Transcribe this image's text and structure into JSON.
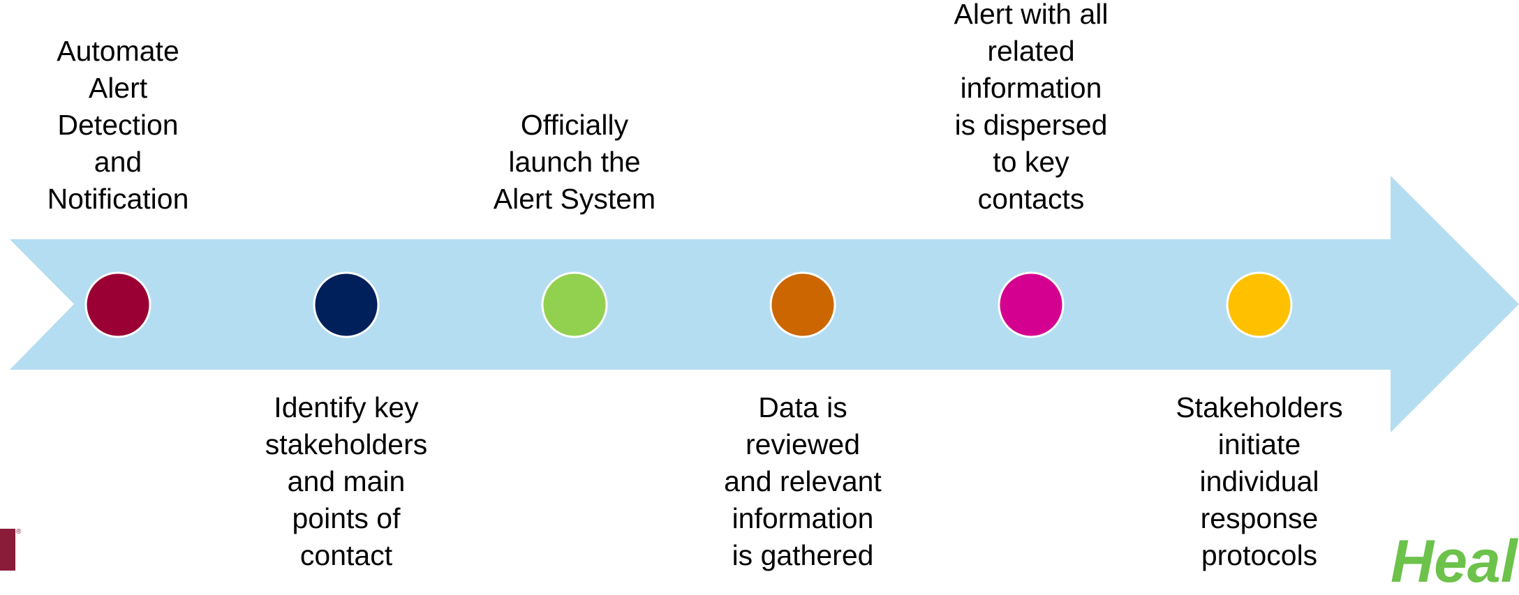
{
  "steps": [
    {
      "label": "Automate\nAlert\nDetection\nand\nNotification",
      "position": "above",
      "color": "#9b0035"
    },
    {
      "label": "Identify key\nstakeholders\nand main\npoints of\ncontact",
      "position": "below",
      "color": "#00205b"
    },
    {
      "label": "Officially\nlaunch the\nAlert System",
      "position": "above",
      "color": "#92d050"
    },
    {
      "label": "Data is\nreviewed\nand relevant\ninformation\nis gathered",
      "position": "below",
      "color": "#cc6600"
    },
    {
      "label": "Alert with all\nrelated\ninformation\nis dispersed\nto key\ncontacts",
      "position": "above",
      "color": "#d4008f"
    },
    {
      "label": "Stakeholders\ninitiate\nindividual\nresponse\nprotocols",
      "position": "below",
      "color": "#ffc000"
    }
  ],
  "arrow_color": "#b4ddf1",
  "logos": {
    "right_text": "Heal",
    "right_color": "#6cc24a",
    "left_color": "#8a1c3a",
    "left_mark": "®"
  }
}
